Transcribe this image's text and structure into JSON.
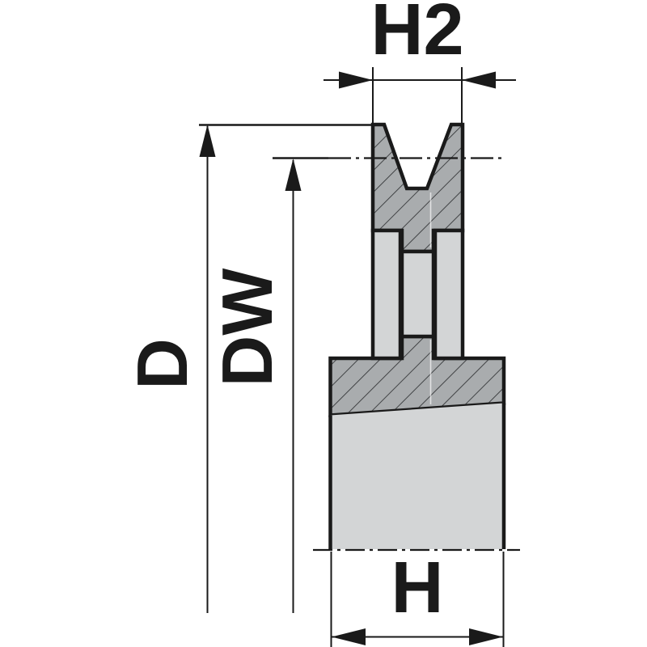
{
  "drawing": {
    "kind": "v-belt-pulley-sectional-view",
    "labels": {
      "h2": "H2",
      "d": "D",
      "dw": "DW",
      "h": "H"
    },
    "colors": {
      "line": "#1a1a1a",
      "section_fill": "#a9acae",
      "hatch_line": "#3c3e40",
      "part_fill": "#d3d5d6",
      "background": "#ffffff"
    }
  }
}
